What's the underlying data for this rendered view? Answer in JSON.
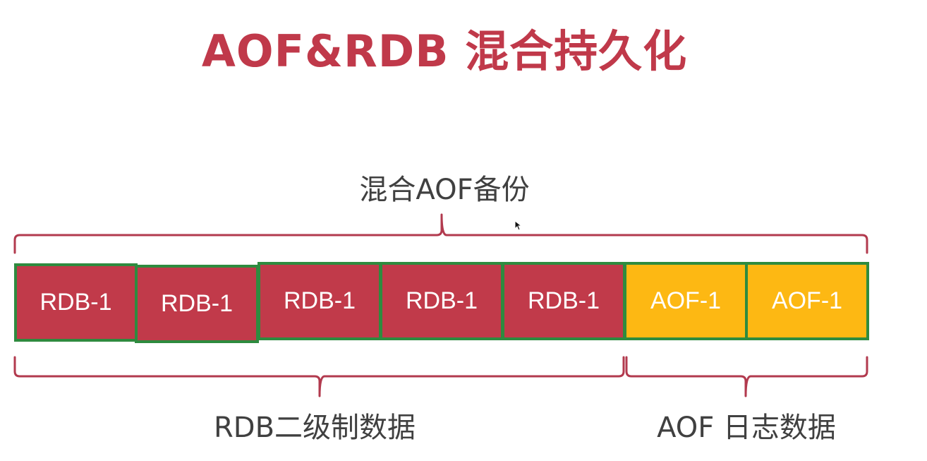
{
  "title": "AOF&RDB 混合持久化",
  "top_label": "混合AOF备份",
  "bottom_labels": {
    "rdb": "RDB二级制数据",
    "aof": "AOF 日志数据"
  },
  "blocks": [
    {
      "label": "RDB-1",
      "kind": "rdb"
    },
    {
      "label": "RDB-1",
      "kind": "rdb"
    },
    {
      "label": "RDB-1",
      "kind": "rdb"
    },
    {
      "label": "RDB-1",
      "kind": "rdb"
    },
    {
      "label": "RDB-1",
      "kind": "rdb"
    },
    {
      "label": "AOF-1",
      "kind": "aof"
    },
    {
      "label": "AOF-1",
      "kind": "aof"
    }
  ],
  "colors": {
    "title": "#c0394a",
    "rdb_block": "#c13a4a",
    "aof_block": "#fdb813",
    "block_border": "#2e8b3f",
    "brace": "#b23a4e",
    "label_text": "#404040"
  }
}
